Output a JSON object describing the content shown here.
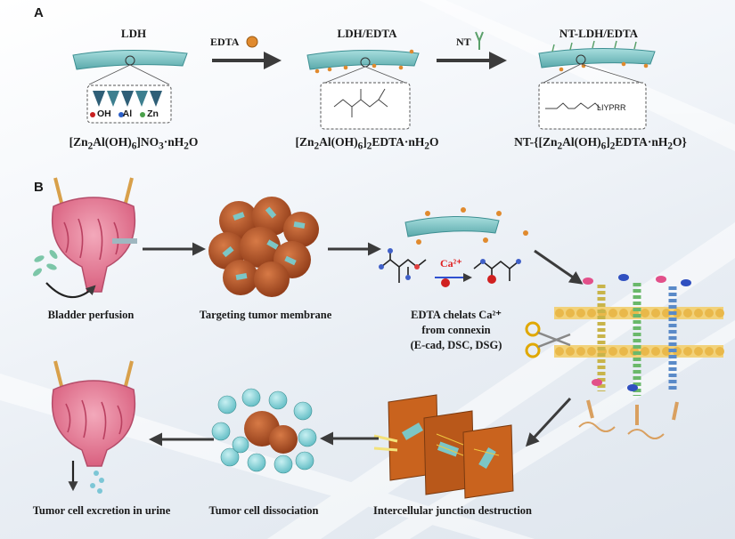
{
  "panel_a": {
    "label": "A",
    "stage1": {
      "name": "LDH",
      "formula_parts": [
        "[Zn",
        "2",
        "Al(OH)",
        "6",
        "]NO",
        "3",
        "·nH",
        "2",
        "O"
      ],
      "legend": {
        "oh": "OH",
        "al": "Al",
        "zn": "Zn"
      }
    },
    "reagent1": "EDTA",
    "stage2": {
      "name": "LDH/EDTA",
      "formula_parts": [
        "[Zn",
        "2",
        "Al(OH)",
        "6",
        "]",
        "2",
        "EDTA·nH",
        "2",
        "O"
      ]
    },
    "reagent2": "NT",
    "stage3": {
      "name": "NT-LDH/EDTA",
      "formula_parts": [
        "NT-{[Zn",
        "2",
        "Al(OH)",
        "6",
        "]",
        "2",
        "EDTA·nH",
        "2",
        "O}"
      ],
      "peptide": "LIYPRR"
    }
  },
  "panel_b": {
    "label": "B",
    "steps": [
      {
        "caption": [
          "Bladder perfusion"
        ]
      },
      {
        "caption": [
          "Targeting tumor membrane"
        ]
      },
      {
        "caption": [
          "EDTA chelats Ca²⁺",
          "from connexin",
          "(E-cad, DSC, DSG)"
        ],
        "ion": "Ca²⁺"
      },
      {
        "caption": [
          "Intercellular junction destruction"
        ]
      },
      {
        "caption": [
          "Tumor cell dissociation"
        ]
      },
      {
        "caption": [
          "Tumor cell excretion in urine"
        ]
      }
    ]
  },
  "colors": {
    "ldh": "#7cc6c6",
    "edta": "#e08a2e",
    "bladder": "#e27b97",
    "tumor": "#b5542a",
    "arrow": "#3b3b3b",
    "ca": "#e02020"
  }
}
